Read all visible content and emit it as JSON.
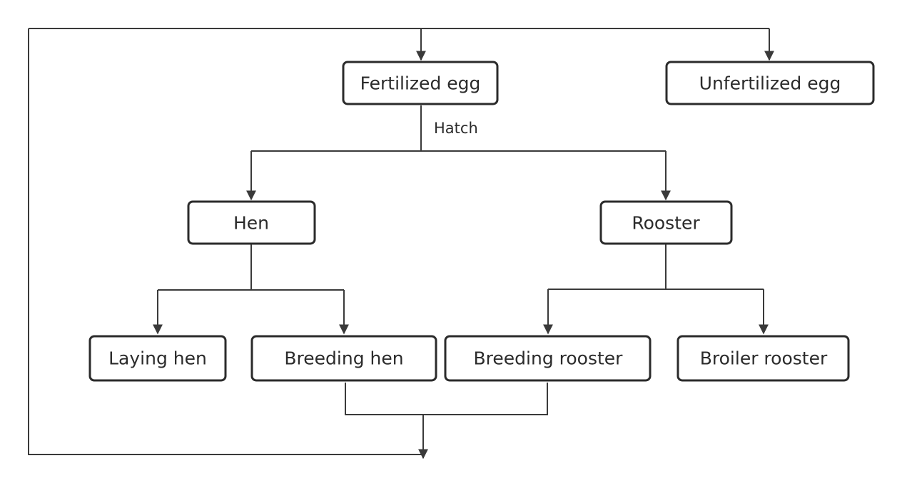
{
  "diagram": {
    "nodes": {
      "fertilized_egg": "Fertilized egg",
      "unfertilized_egg": "Unfertilized egg",
      "hen": "Hen",
      "rooster": "Rooster",
      "laying_hen": "Laying hen",
      "breeding_hen": "Breeding hen",
      "breeding_rooster": "Breeding rooster",
      "broiler_rooster": "Broiler rooster"
    },
    "edge_labels": {
      "hatch": "Hatch"
    },
    "colors": {
      "stroke": "#2b2b2b",
      "text": "#2b2b2b",
      "background": "#ffffff"
    }
  }
}
